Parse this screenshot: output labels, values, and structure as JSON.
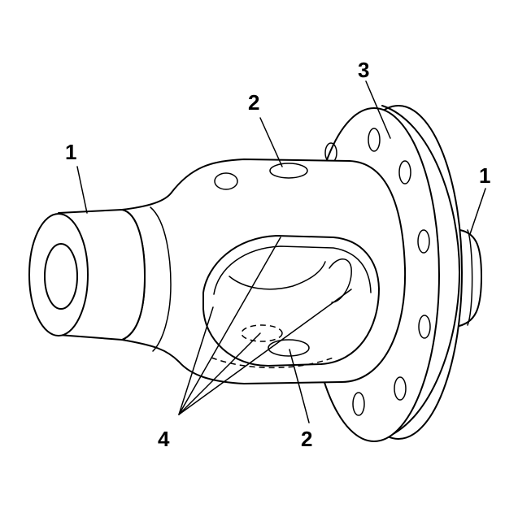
{
  "callouts": {
    "label_1_left": "1",
    "label_1_right": "1",
    "label_2_top": "2",
    "label_2_bottom": "2",
    "label_3": "3",
    "label_4": "4"
  }
}
